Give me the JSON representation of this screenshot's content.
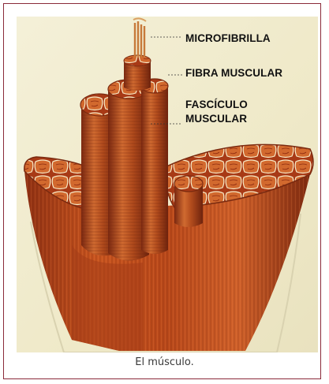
{
  "figure": {
    "labels": {
      "microfibrilla": "MICROFIBRILLA",
      "fibra": "FIBRA MUSCULAR",
      "fasciculo_line1": "FASCÍCULO",
      "fasciculo_line2": "MUSCULAR"
    },
    "caption": "El músculo.",
    "colors": {
      "frame": "#8a2a3a",
      "background": "#f2eed4",
      "muscle": "#b8471c",
      "muscle_dark": "#7a2a10",
      "muscle_light": "#e07a3a"
    }
  }
}
